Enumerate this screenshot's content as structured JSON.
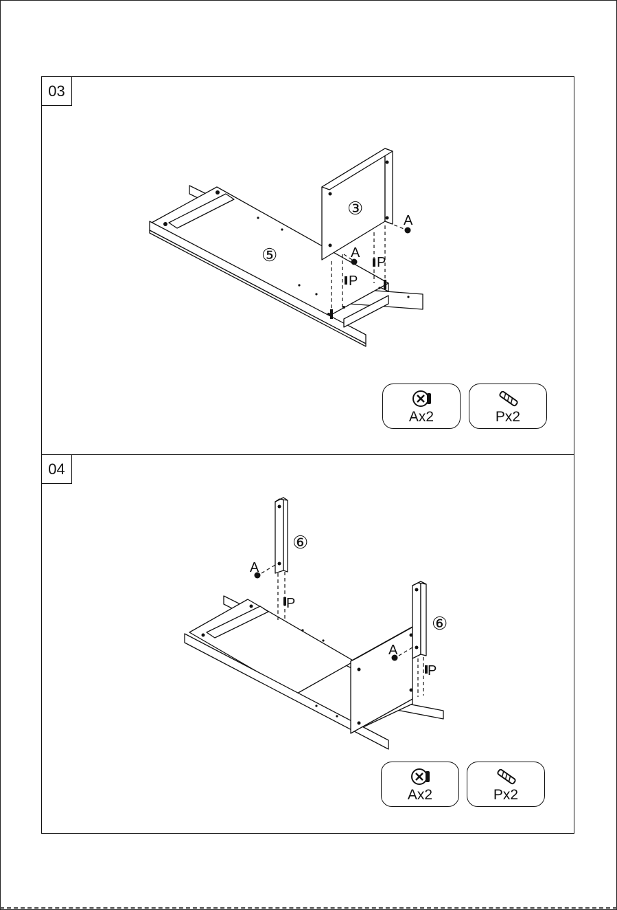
{
  "steps": [
    {
      "number": "03",
      "part_labels": [
        "③",
        "⑤"
      ],
      "hardware_letters": [
        "A",
        "A",
        "P",
        "P"
      ],
      "hardware": [
        {
          "icon": "cam-lock-icon",
          "label": "Ax2"
        },
        {
          "icon": "dowel-icon",
          "label": "Px2"
        }
      ]
    },
    {
      "number": "04",
      "part_labels": [
        "⑥",
        "⑥"
      ],
      "hardware_letters": [
        "A",
        "A",
        "P",
        "P"
      ],
      "hardware": [
        {
          "icon": "cam-lock-icon",
          "label": "Ax2"
        },
        {
          "icon": "dowel-icon",
          "label": "Px2"
        }
      ]
    }
  ]
}
